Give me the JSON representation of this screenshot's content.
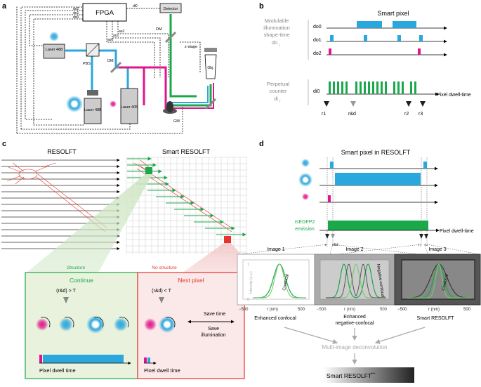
{
  "panels": {
    "a": "a",
    "b": "b",
    "c": "c",
    "d": "d"
  },
  "panel_a": {
    "fpga": "FPGA",
    "detector": "Detector",
    "z_stage": "z-stage",
    "obj": "Obj.",
    "pbs": "PBS",
    "dm": "DM",
    "gm": "GM",
    "laser488_top": "Laser 488",
    "laser488_bottom": "Laser 488",
    "laser405": "Laser 405",
    "signals": [
      "do2",
      "do1",
      "do0",
      "di0",
      "ao2",
      "ao1",
      "ao0"
    ]
  },
  "panel_b": {
    "title": "Smart pixel",
    "left_label_1": "Modulable",
    "left_label_2": "illumination",
    "left_label_3": "shape-time",
    "left_label_4": "do",
    "left_label_4_sub": "i",
    "counter_label_1": "Perpetual",
    "counter_label_2": "counter",
    "counter_label_3": "di",
    "counter_label_3_sub": "r",
    "channels": [
      "do0",
      "do1",
      "do2",
      "di0"
    ],
    "axis_label": "Pixel dwell-time",
    "markers": [
      "r1",
      "r&d",
      "r2",
      "r3"
    ]
  },
  "panel_c": {
    "left_title": "RESOLFT",
    "right_title": "Smart RESOLFT",
    "structure_label": "Structure",
    "no_structure_label": "No structure",
    "continue_title": "Continue",
    "next_title": "Next pixel",
    "cond_gt": "(r&d) > T",
    "cond_lt": "(r&d) < T",
    "save_time": "Save time",
    "save_illum_1": "Save",
    "save_illum_2": "illumination",
    "dwell_left": "Pixel dwell time",
    "dwell_right": "Pixel dwell time"
  },
  "panel_d": {
    "title": "Smart pixel in RESOLFT",
    "emission_1": "rsEGFP2",
    "emission_2": "emission",
    "axis_label": "Pixel dwell-time",
    "markers": [
      "r₁",
      "r&d",
      "r₃",
      "r₄"
    ],
    "image1": "Image 1",
    "image2": "Image 2",
    "image3": "Image 3",
    "ylabel": "Intensity (a.u.)",
    "xlabel": "r (nm)",
    "tick_y1": "1",
    "tick_y0": "0",
    "tick_xl": "−500",
    "tick_xr": "500",
    "curve1": "Confocal",
    "curve2": "Negative-confocal",
    "curve3": "Confocal",
    "cap1": "Enhanced confocal",
    "cap2_1": "Enhanced",
    "cap2_2": "negative-confocal",
    "cap3": "Smart RESOLFT",
    "deconv": "Multi-image deconvolution",
    "final": "Smart RESOLFT",
    "final_sup": "++"
  },
  "colors": {
    "cyan": "#2aa7dd",
    "magenta": "#e0148c",
    "green": "#1aa84a",
    "red": "#e8322f",
    "light_green": "#e8f2dd",
    "light_red": "#fbe8e8"
  }
}
